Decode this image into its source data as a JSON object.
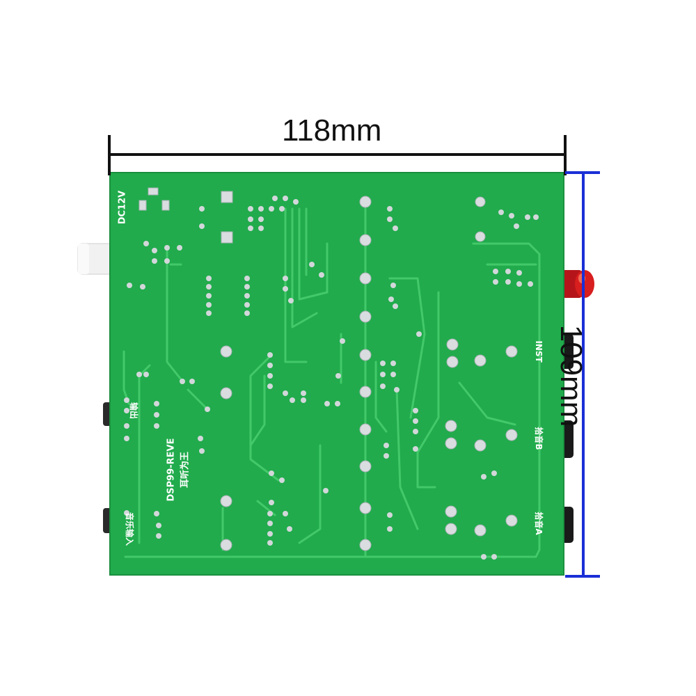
{
  "dimensions": {
    "width_label": "118mm",
    "height_label": "109mm",
    "width_arrow_color": "#111111",
    "height_arrow_color": "#1a2fd6"
  },
  "board": {
    "pcb_color": "#1fa64a",
    "trace_color": "#2fbd5a",
    "pad_color": "#d9dde0",
    "silkscreen": {
      "power": "DC12V",
      "model": "DSP99-REVE",
      "slogan": "耳听为王",
      "output": "输出",
      "music_in": "音乐输入",
      "inst": "INST",
      "pickup_b": "拾音B",
      "pickup_a": "拾音A"
    }
  },
  "connectors": {
    "power_jack_color": "#f2f2f2",
    "rca_color": "#d81e1e",
    "jack_color": "#1a1a1a"
  }
}
